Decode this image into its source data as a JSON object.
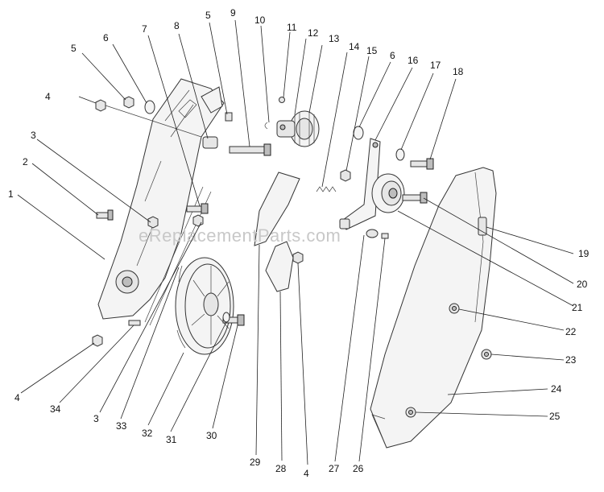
{
  "watermark": "eReplacementParts.com",
  "callouts": [
    "1",
    "2",
    "3",
    "3",
    "4",
    "4",
    "4",
    "5",
    "5",
    "6",
    "6",
    "7",
    "8",
    "9",
    "10",
    "11",
    "12",
    "13",
    "14",
    "15",
    "16",
    "17",
    "18",
    "19",
    "20",
    "21",
    "22",
    "23",
    "24",
    "25",
    "26",
    "27",
    "28",
    "29",
    "30",
    "31",
    "32",
    "33",
    "34"
  ]
}
